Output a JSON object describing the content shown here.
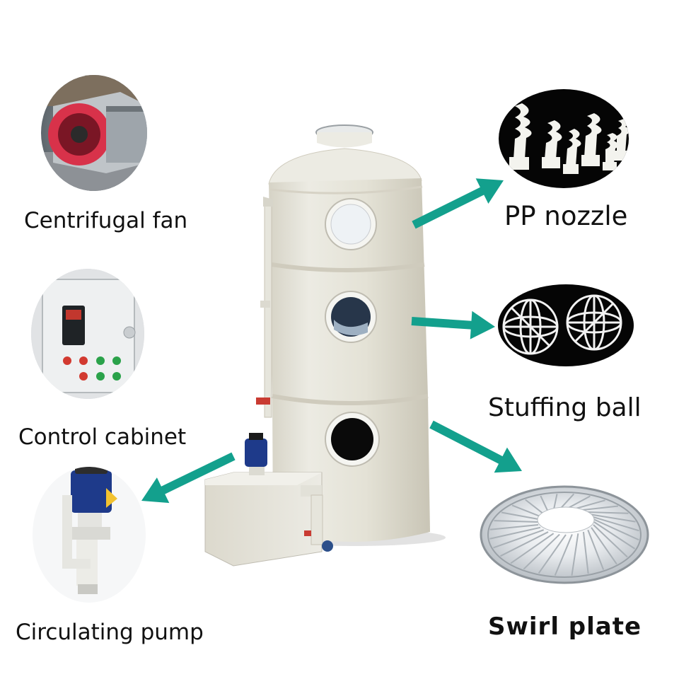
{
  "labels": {
    "centrifugal_fan": "Centrifugal fan",
    "control_cabinet": "Control cabinet",
    "circulating_pump": "Circulating pump",
    "pp_nozzle": "PP nozzle",
    "stuffing_ball": "Stuffing ball",
    "swirl_plate": "Swirl plate"
  },
  "colors": {
    "arrow": "#13a08d",
    "tower_body": "#e6e4d9",
    "tower_shadow": "#cfcbbd",
    "flange": "#f4f4f0",
    "fan_housing": "#d8324a",
    "panel_gray": "#d6d9dc",
    "pump_motor": "#1e3a8a"
  }
}
